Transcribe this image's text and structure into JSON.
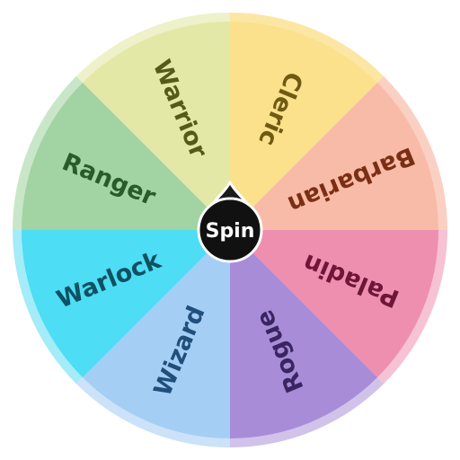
{
  "wheel": {
    "spin_label": "Spin",
    "segments": [
      {
        "label": "Cleric",
        "color": "#fbe18c",
        "rim": "#fce6a4",
        "text_color": "#6f5a12"
      },
      {
        "label": "Barbarian",
        "color": "#f8bba7",
        "rim": "#fad0c3",
        "text_color": "#7a2f15"
      },
      {
        "label": "Paladin",
        "color": "#ee8fb0",
        "rim": "#f6c2d4",
        "text_color": "#6e1638"
      },
      {
        "label": "Rogue",
        "color": "#a98cd7",
        "rim": "#d1c2ea",
        "text_color": "#3a2563"
      },
      {
        "label": "Wizard",
        "color": "#a5cef5",
        "rim": "#cbe2f8",
        "text_color": "#1f4f7a"
      },
      {
        "label": "Warlock",
        "color": "#4dddf4",
        "rim": "#a3ecf8",
        "text_color": "#0e5161"
      },
      {
        "label": "Ranger",
        "color": "#a2d3a2",
        "rim": "#c9e6c9",
        "text_color": "#2a5a2a"
      },
      {
        "label": "Warrior",
        "color": "#e4e8a6",
        "rim": "#eef1c9",
        "text_color": "#55591a"
      }
    ]
  }
}
